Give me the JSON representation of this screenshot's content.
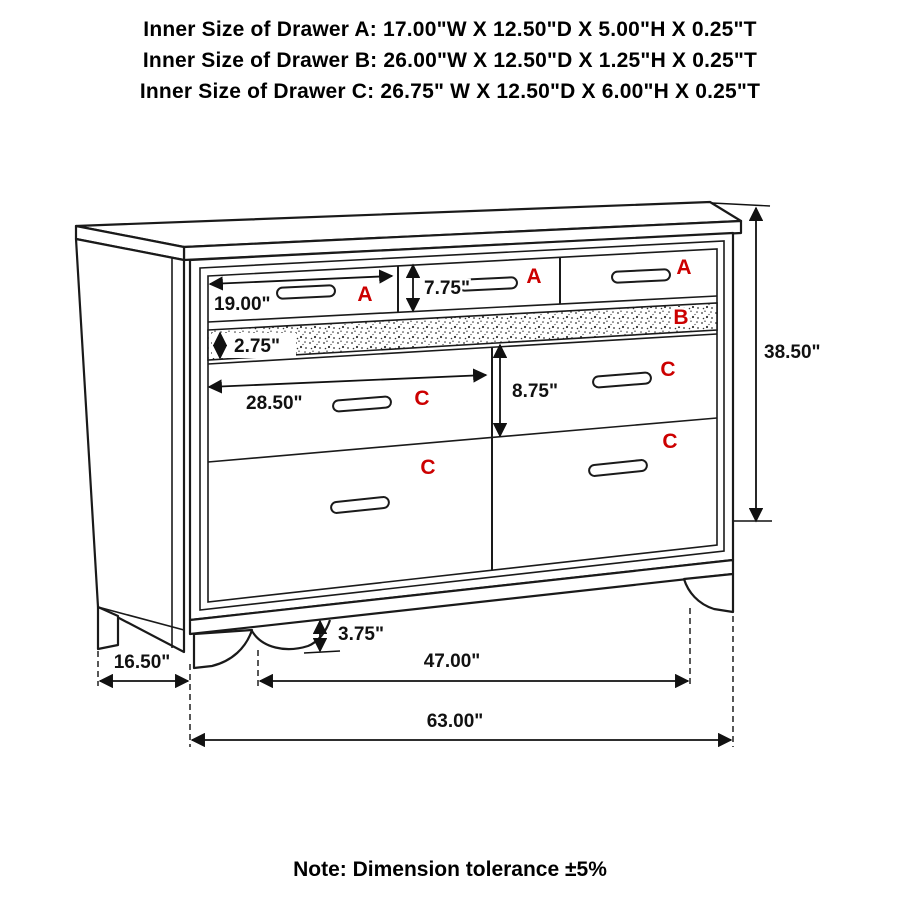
{
  "header": {
    "line1": "Inner Size of Drawer A: 17.00\"W X 12.50\"D X 5.00\"H X 0.25\"T",
    "line2": "Inner Size of Drawer B: 26.00\"W X 12.50\"D X 1.25\"H X 0.25\"T",
    "line3": "Inner Size of Drawer C: 26.75\" W X 12.50\"D X 6.00\"H X 0.25\"T"
  },
  "note": "Note: Dimension tolerance ±5%",
  "colors": {
    "letter_red": "#cc0000",
    "line_black": "#1a1a1a"
  },
  "drawer_letters": {
    "a1": "A",
    "a2": "A",
    "a3": "A",
    "b": "B",
    "c_left_top": "C",
    "c_right_top": "C",
    "c_left_bottom": "C",
    "c_right_bottom": "C"
  },
  "dimensions": {
    "drawer_a_width": "19.00\"",
    "drawer_a_height": "7.75\"",
    "drawer_b_height": "2.75\"",
    "drawer_c_width": "28.50\"",
    "drawer_c_height": "8.75\"",
    "overall_height": "38.50\"",
    "foot_height": "3.75\"",
    "depth": "16.50\"",
    "feet_span": "47.00\"",
    "overall_width": "63.00\""
  }
}
